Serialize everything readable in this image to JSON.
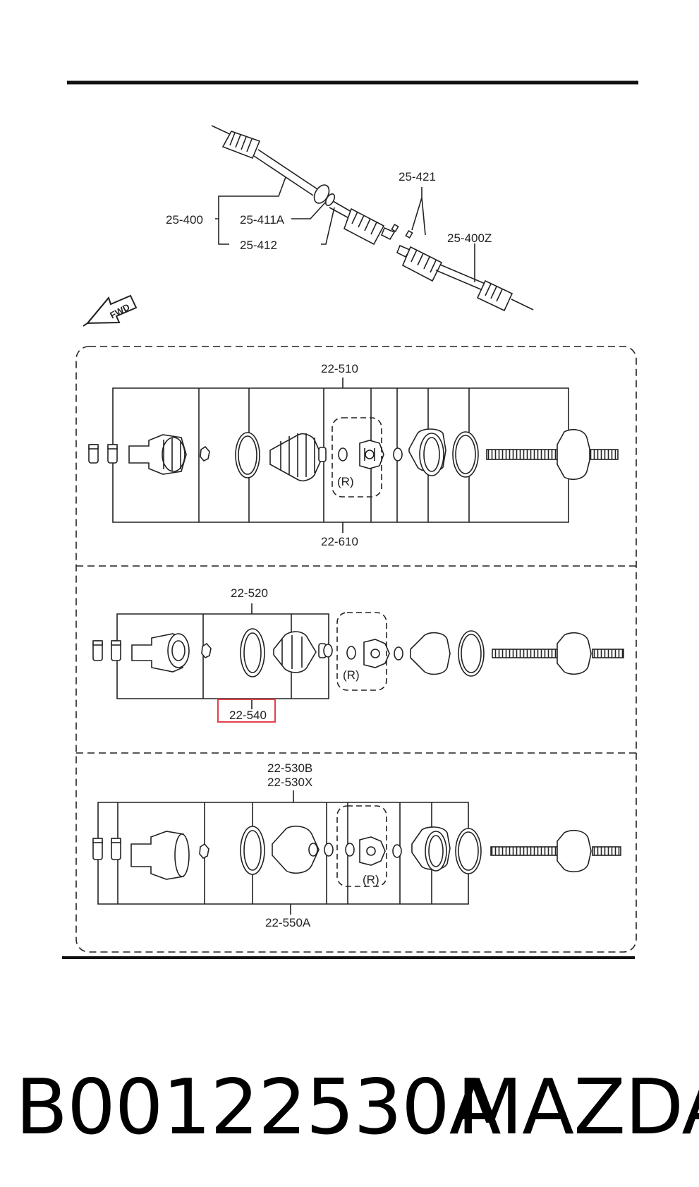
{
  "labels": {
    "l_25_421": "25-421",
    "l_25_400": "25-400",
    "l_25_411A": "25-411A",
    "l_25_412": "25-412",
    "l_25_400Z": "25-400Z",
    "fwd": "FWD",
    "l_22_510": "22-510",
    "l_22_610": "22-610",
    "r1": "(R)",
    "l_22_520": "22-520",
    "l_22_540": "22-540",
    "r2": "(R)",
    "l_22_530B": "22-530B",
    "l_22_530X": "22-530X",
    "l_22_550A": "22-550A",
    "r3": "(R)"
  },
  "highlight": {
    "label": "22-540",
    "color": "#e0404a"
  },
  "footer": {
    "part_number": "B00122530A",
    "brand": "MAZDA"
  }
}
